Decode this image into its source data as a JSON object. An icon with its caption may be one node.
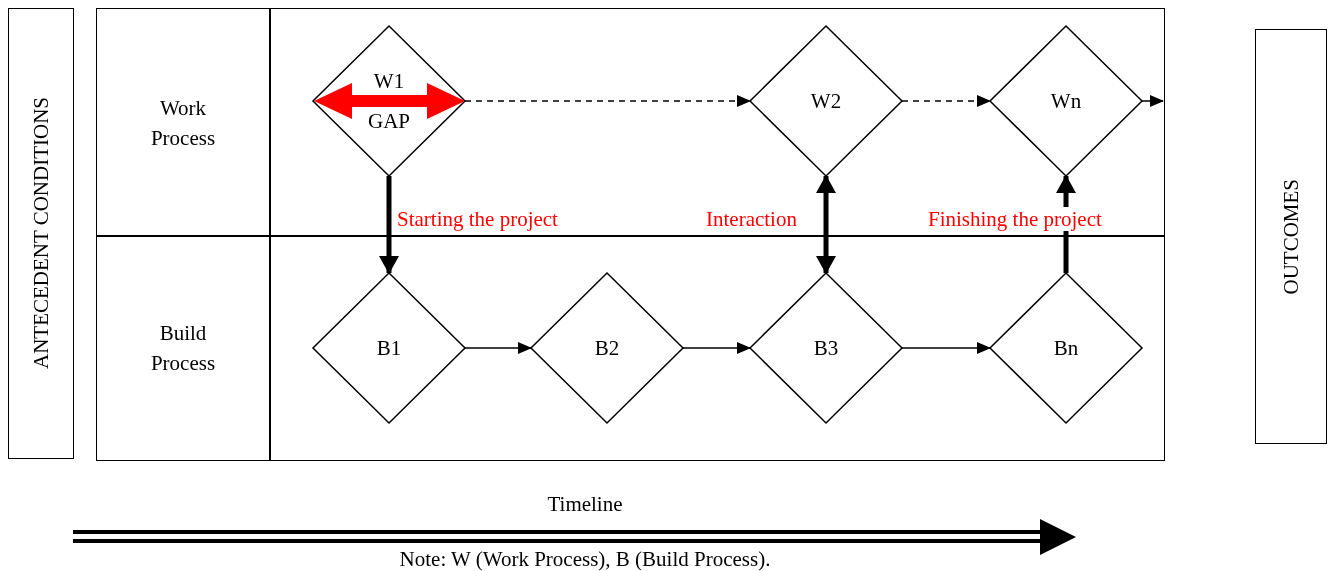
{
  "diagram": {
    "caption": "Note: W (Work Process), B (Build Process).",
    "nodes": [
      {
        "text": [
          "ANTECEDENT CONDITIONS"
        ]
      },
      {
        "text": [
          "Work Process"
        ]
      },
      {
        "text": [
          "Build Process"
        ]
      },
      {
        "text": [
          "W1",
          "GAP"
        ]
      },
      {
        "text": [
          "W2"
        ]
      },
      {
        "text": [
          "Wn"
        ]
      },
      {
        "text": [
          "B1"
        ]
      },
      {
        "text": [
          "B2"
        ]
      },
      {
        "text": [
          "B3"
        ]
      },
      {
        "text": [
          "Bn"
        ]
      },
      {
        "text": [
          "OUTCOMES"
        ]
      }
    ],
    "edges": [
      {
        "from": 3,
        "to": 4,
        "arrow": "to",
        "style": "dashed"
      },
      {
        "from": 4,
        "to": 5,
        "arrow": "to",
        "style": "dashed"
      },
      {
        "from": 5,
        "to": null,
        "arrow": "to"
      },
      {
        "from": 3,
        "to": 6,
        "arrow": "to",
        "style": "thick",
        "label": "Starting the project"
      },
      {
        "from": 8,
        "to": 4,
        "arrow": "both",
        "style": "thick",
        "label": "Interaction"
      },
      {
        "from": 9,
        "to": 5,
        "arrow": "to",
        "style": "thick",
        "label": "Finishing the project"
      },
      {
        "from": 6,
        "to": 7,
        "arrow": "to"
      },
      {
        "from": 7,
        "to": 8,
        "arrow": "to"
      },
      {
        "from": 8,
        "to": 9,
        "arrow": "to"
      }
    ],
    "labels": [
      "Timeline"
    ]
  }
}
